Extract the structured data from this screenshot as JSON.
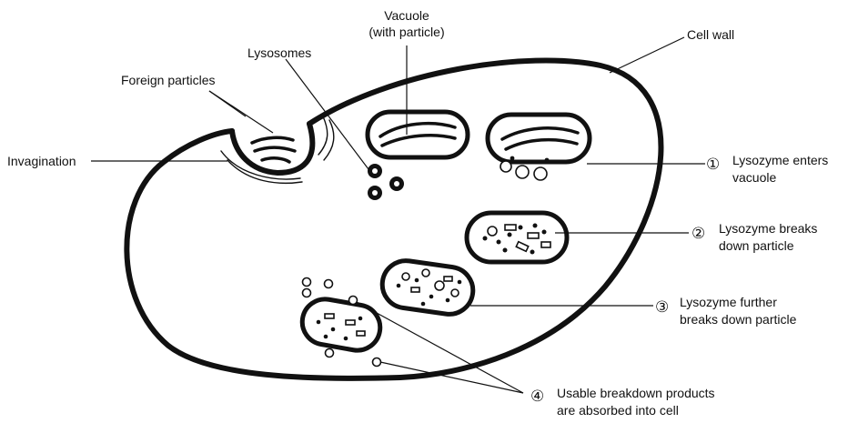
{
  "labels": {
    "vacuole_line1": "Vacuole",
    "vacuole_line2": "(with particle)",
    "cell_wall": "Cell wall",
    "lysosomes": "Lysosomes",
    "foreign_particles": "Foreign particles",
    "invagination": "Invagination"
  },
  "steps": [
    {
      "number": "①",
      "line1": "Lysozyme enters",
      "line2": "vacuole"
    },
    {
      "number": "②",
      "line1": "Lysozyme breaks",
      "line2": "down particle"
    },
    {
      "number": "③",
      "line1": "Lysozyme further",
      "line2": "breaks down particle"
    },
    {
      "number": "④",
      "line1": "Usable breakdown products",
      "line2": "are absorbed into cell"
    }
  ]
}
